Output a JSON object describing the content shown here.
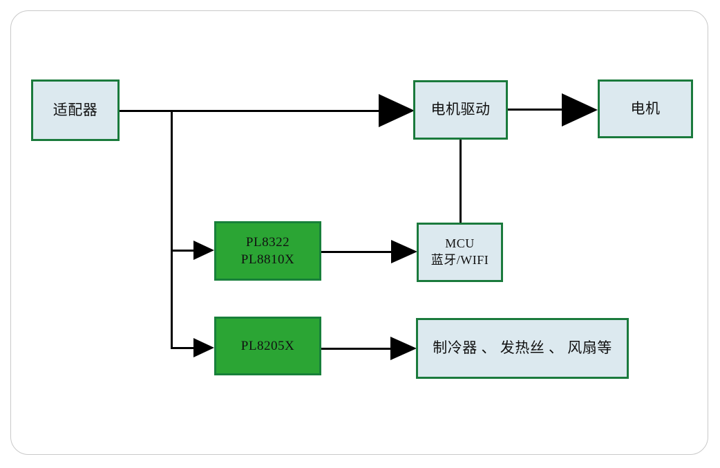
{
  "diagram": {
    "title": "",
    "colors": {
      "blue_fill": "#dce9ef",
      "green_fill": "#2ba534",
      "box_border": "#1a7a3c",
      "connector": "#000000",
      "frame_border": "#c9c9c9",
      "background": "#ffffff"
    },
    "nodes": [
      {
        "id": "adapter",
        "label": "适配器",
        "lines": [
          "适配器"
        ],
        "style": "blue"
      },
      {
        "id": "motordrv",
        "label": "电机驱动",
        "lines": [
          "电机驱动"
        ],
        "style": "blue"
      },
      {
        "id": "motor",
        "label": "电机",
        "lines": [
          "电机"
        ],
        "style": "blue"
      },
      {
        "id": "pl8322",
        "label": "PL8322 PL8810X",
        "lines": [
          "PL8322",
          "PL8810X"
        ],
        "style": "green"
      },
      {
        "id": "mcu",
        "label": "MCU 蓝牙/WIFI",
        "lines": [
          "MCU",
          "蓝牙/WIFI"
        ],
        "style": "blue"
      },
      {
        "id": "pl8205x",
        "label": "PL8205X",
        "lines": [
          "PL8205X"
        ],
        "style": "green"
      },
      {
        "id": "loads",
        "label": "制冷器、发热丝、风扇等",
        "lines": [
          "制冷器 、 发热丝 、 风扇等"
        ],
        "style": "blue"
      }
    ],
    "edges": [
      {
        "from": "adapter",
        "to": "motordrv",
        "arrow": true
      },
      {
        "from": "adapter",
        "to": "pl8322",
        "arrow": true
      },
      {
        "from": "adapter",
        "to": "pl8205x",
        "arrow": true
      },
      {
        "from": "motordrv",
        "to": "motor",
        "arrow": true
      },
      {
        "from": "motordrv",
        "to": "mcu",
        "arrow": false
      },
      {
        "from": "pl8322",
        "to": "mcu",
        "arrow": true
      },
      {
        "from": "pl8205x",
        "to": "loads",
        "arrow": true
      }
    ]
  }
}
